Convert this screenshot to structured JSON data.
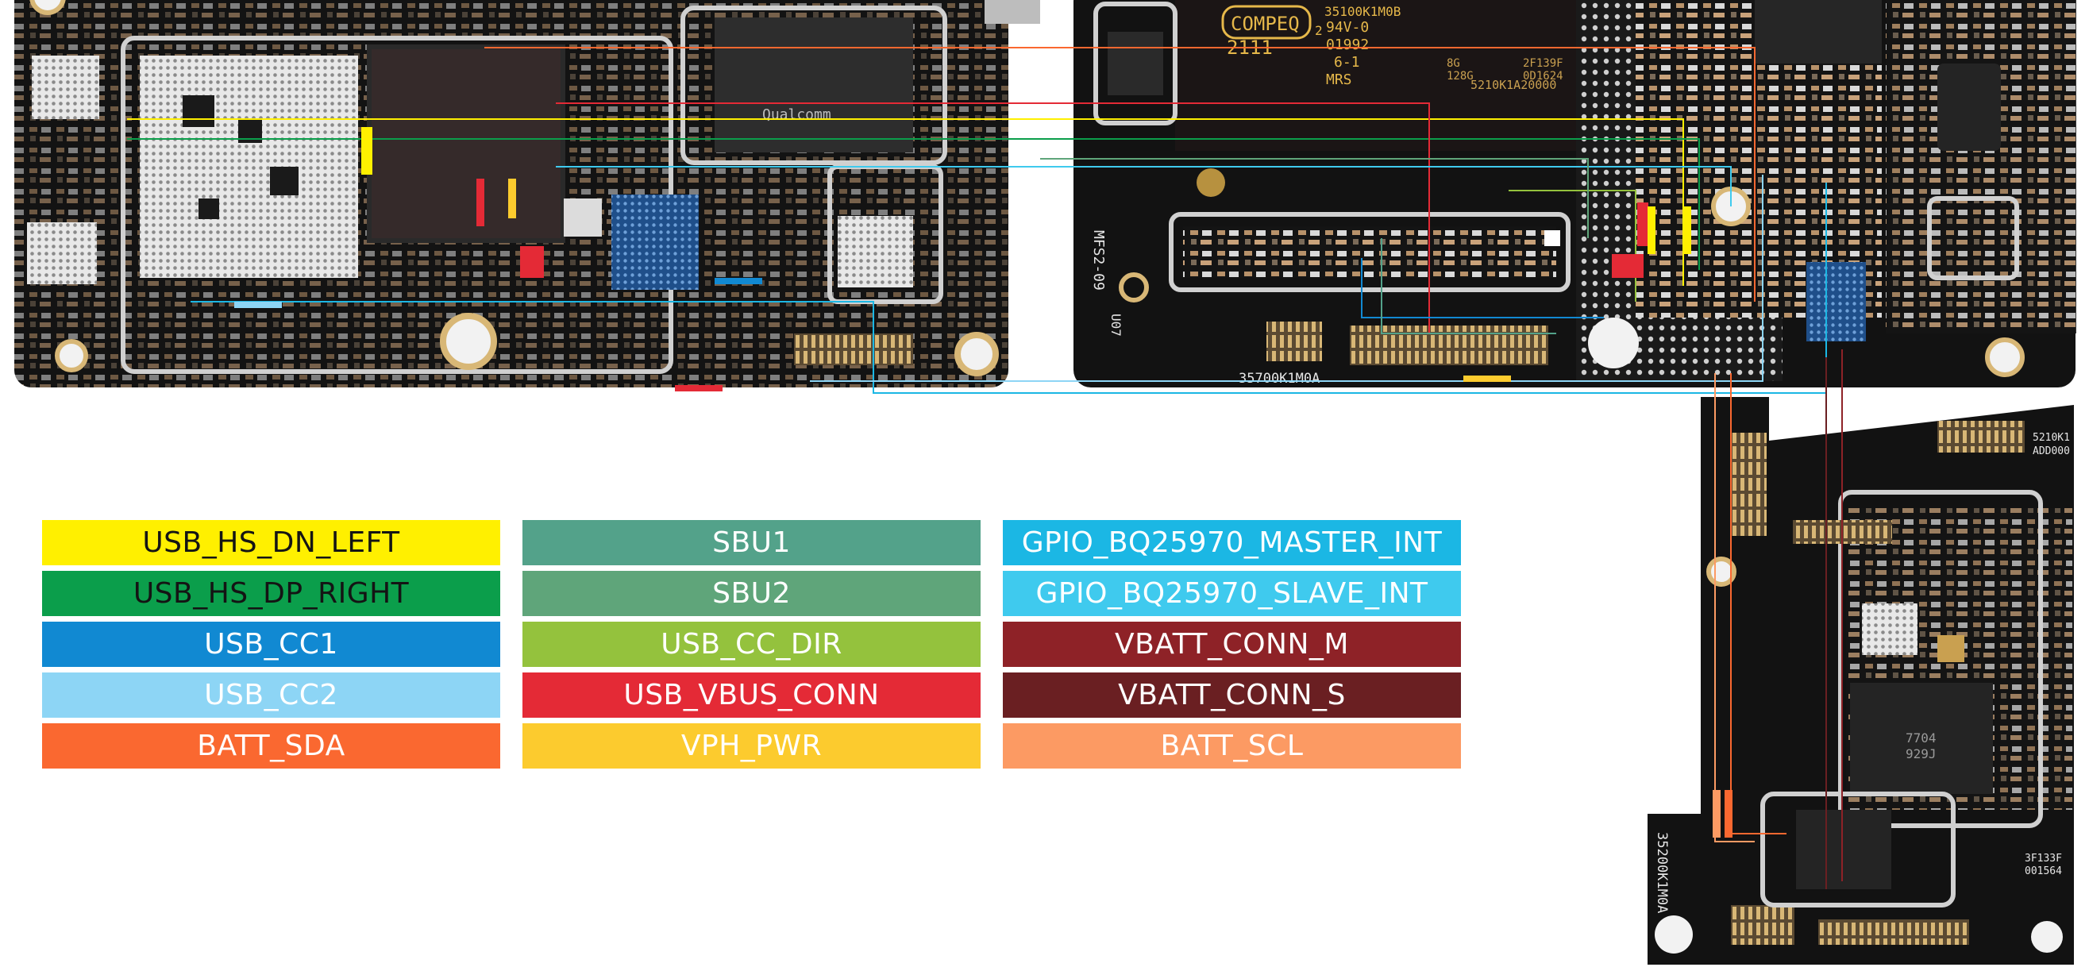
{
  "legend": [
    {
      "label": "USB_HS_DN_LEFT",
      "color": "#FFF000",
      "text_color": "dark"
    },
    {
      "label": "SBU1",
      "color": "#53A28A",
      "text_color": "light"
    },
    {
      "label": "GPIO_BQ25970_MASTER_INT",
      "color": "#1BB7E4",
      "text_color": "light"
    },
    {
      "label": "USB_HS_DP_RIGHT",
      "color": "#0B9E4B",
      "text_color": "dark"
    },
    {
      "label": "SBU2",
      "color": "#5FA57A",
      "text_color": "light"
    },
    {
      "label": "GPIO_BQ25970_SLAVE_INT",
      "color": "#3FCAEE",
      "text_color": "light"
    },
    {
      "label": "USB_CC1",
      "color": "#1189D2",
      "text_color": "light"
    },
    {
      "label": "USB_CC_DIR",
      "color": "#94C23D",
      "text_color": "light"
    },
    {
      "label": "VBATT_CONN_M",
      "color": "#8E2227",
      "text_color": "light"
    },
    {
      "label": "USB_CC2",
      "color": "#8DD5F5",
      "text_color": "light"
    },
    {
      "label": "USB_VBUS_CONN",
      "color": "#E42A36",
      "text_color": "light"
    },
    {
      "label": "VBATT_CONN_S",
      "color": "#6A1F22",
      "text_color": "light"
    },
    {
      "label": "BATT_SDA",
      "color": "#FA6830",
      "text_color": "light"
    },
    {
      "label": "VPH_PWR",
      "color": "#FCCB2E",
      "text_color": "light"
    },
    {
      "label": "BATT_SCL",
      "color": "#FC9A63",
      "text_color": "light"
    }
  ],
  "board_markings": {
    "vendor": "COMPEQ",
    "vendor_suffix": "2",
    "date_code": "2111",
    "rating": "94V-0",
    "lot": "01992",
    "layer": "6-1",
    "mrs": "MRS",
    "mid_part": "35100K1M0B",
    "mid_part_alt": "5210K1A20000",
    "mid_code_1": "8G",
    "mid_code_2": "128G",
    "mid_code_3": "2F139F",
    "mid_code_4": "0D1624",
    "bottom_part": "35700K1M0A",
    "side_mark": "MFS2-09",
    "side_mark_2": "U07",
    "sub_part": "35200K1M0A",
    "sub_corner_1": "5210K1",
    "sub_corner_2": "ADD000",
    "sub_corner_3": "3F133F",
    "sub_corner_4": "001564",
    "chip_text_1": "Qualcomm",
    "chip_text_2": "7704",
    "chip_text_3": "929J"
  }
}
